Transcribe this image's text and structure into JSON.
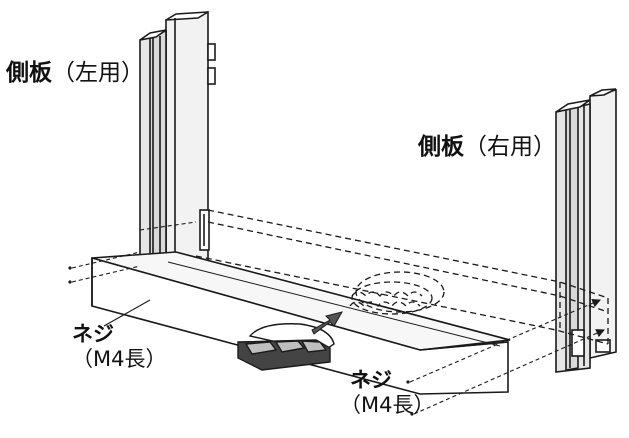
{
  "labels": {
    "left_panel": {
      "name": "側板",
      "qualifier": "（左用）"
    },
    "right_panel": {
      "name": "側板",
      "qualifier": "（右用）"
    },
    "screw_left": {
      "name": "ネジ",
      "spec": "（M4長）"
    },
    "screw_right": {
      "name": "ネジ",
      "spec": "（M4長）"
    }
  },
  "colors": {
    "line": "#1a1a1a",
    "panel_face": "#f2f2f2",
    "panel_shade": "#d9d9d9",
    "pedal_dark": "#444444"
  }
}
